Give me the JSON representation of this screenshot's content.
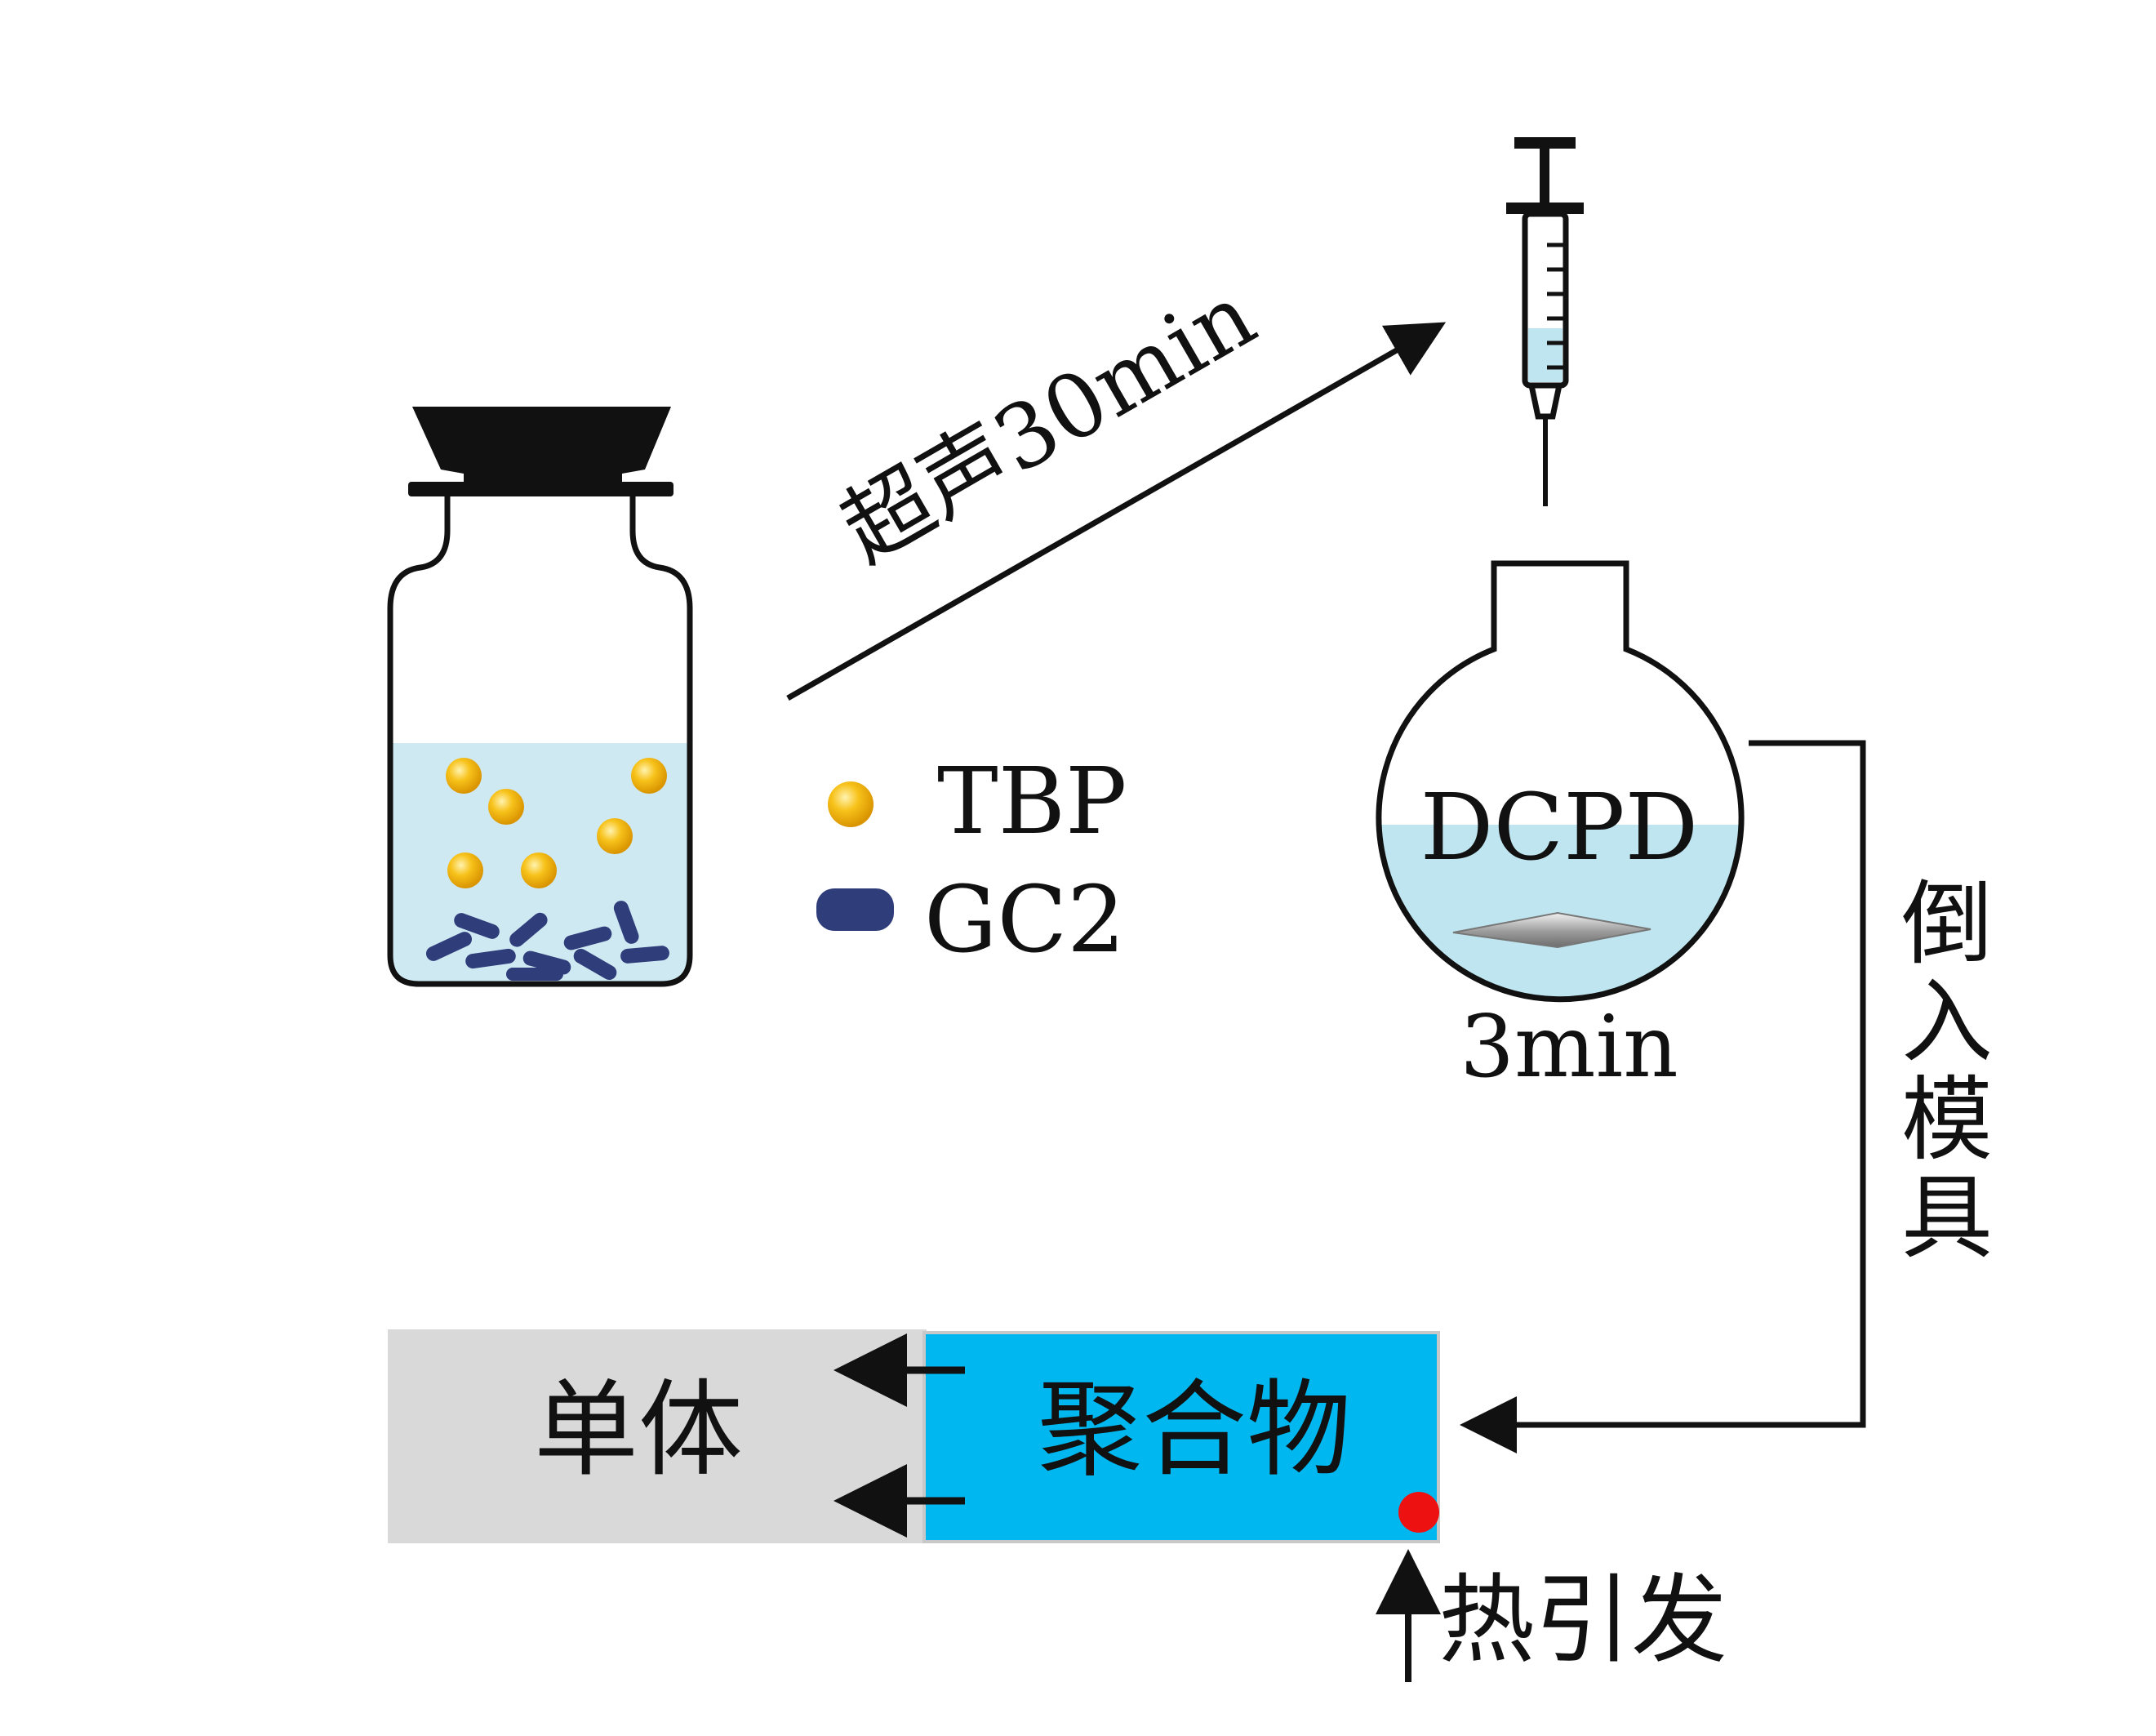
{
  "labels": {
    "ultrasonic_step": "超声30min",
    "legend_tbp": "TBP",
    "legend_gc2": "GC2",
    "flask_content": "DCPD",
    "stir_time": "3min",
    "pour_step": "倒入模具",
    "monomer": "单体",
    "polymer": "聚合物",
    "thermal_initiation": "热引发"
  },
  "colors": {
    "liquid": "#cfe9f3",
    "flask_liquid": "#bfe6f0",
    "tbp_sphere": "#f4b400",
    "gc2_particle": "#2f3d7a",
    "polymer_fill": "#00b7f0",
    "monomer_fill": "#d9d9d9",
    "initiation_dot": "#ee1111",
    "stroke": "#111111"
  }
}
